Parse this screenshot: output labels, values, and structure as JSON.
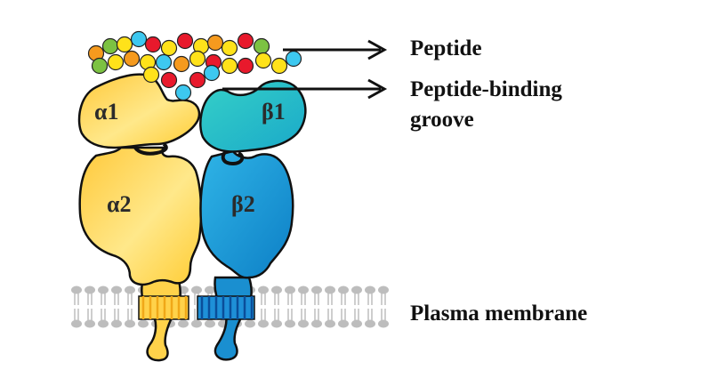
{
  "labels": {
    "peptide": "Peptide",
    "groove_line1": "Peptide-binding",
    "groove_line2": "groove",
    "membrane": "Plasma membrane"
  },
  "domains": {
    "alpha1": "α1",
    "alpha2": "α2",
    "beta1": "β1",
    "beta2": "β2"
  },
  "colors": {
    "alpha_chain": "#FFD24A",
    "beta_chain": "#1A9AD6",
    "beta1_domain": "#2CC2C8",
    "peptide_beads": [
      "#FFE21A",
      "#E8192C",
      "#3DC8F0",
      "#F59A1E",
      "#7CC242"
    ],
    "membrane": "#BDBDBD",
    "outline": "#111111"
  }
}
